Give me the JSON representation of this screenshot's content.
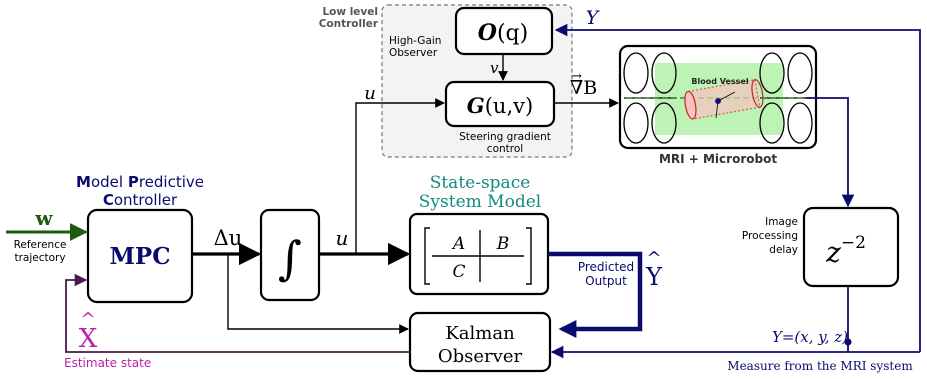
{
  "low_level": {
    "title_line1": "Low level",
    "title_line2": "Controller",
    "observer_label_line1": "High-Gain",
    "observer_label_line2": "Observer",
    "observer_block_bold": "O",
    "observer_block_rest": "(q)",
    "steering_block_bold": "G",
    "steering_block_rest": "(u,v)",
    "steering_label_line1": "Steering gradient",
    "steering_label_line2": "control",
    "v_signal": "v"
  },
  "mri": {
    "caption": "MRI + Microrobot",
    "vessel_label": "Blood Vessel",
    "gradient_signal": "∇B",
    "gradient_arrow": "→"
  },
  "mpc": {
    "heading_bold1": "M",
    "heading_rest1": "odel ",
    "heading_bold2": "P",
    "heading_rest2": "redictive",
    "heading_bold3": "C",
    "heading_rest3": "ontroller",
    "block_label": "MPC"
  },
  "reference": {
    "symbol": "w",
    "label_line1": "Reference",
    "label_line2": "trajectory"
  },
  "signals": {
    "delta_u": "Δu",
    "u_out": "u",
    "u_up": "u",
    "integral": "∫",
    "y_top": "Y",
    "y_hat": "Y",
    "x_hat": "X",
    "hat_mark": "^",
    "measured_y": "Y=(x, y, z)"
  },
  "state_space": {
    "title_line1": "State-space",
    "title_line2": "System Model",
    "cell_a": "A",
    "cell_b": "B",
    "cell_c": "C"
  },
  "predicted": {
    "line1": "Predicted",
    "line2": "Output"
  },
  "kalman": {
    "line1": "Kalman",
    "line2": "Observer"
  },
  "image_processing": {
    "line1": "Image",
    "line2": "Processing",
    "line3": "delay",
    "block_base": "z",
    "block_exp": "−2"
  },
  "estimate_state_label": "Estimate state",
  "measure_label": "Measure from the MRI system",
  "colors": {
    "navy": "#0b0b6e",
    "teal": "#118a80",
    "magenta": "#bb22aa",
    "purple": "#4a1a4a",
    "green": "#1e5a12",
    "lowlevel_gray": "#555555",
    "vessel_red": "#cc2222",
    "mri_green": "#aef0a4"
  }
}
